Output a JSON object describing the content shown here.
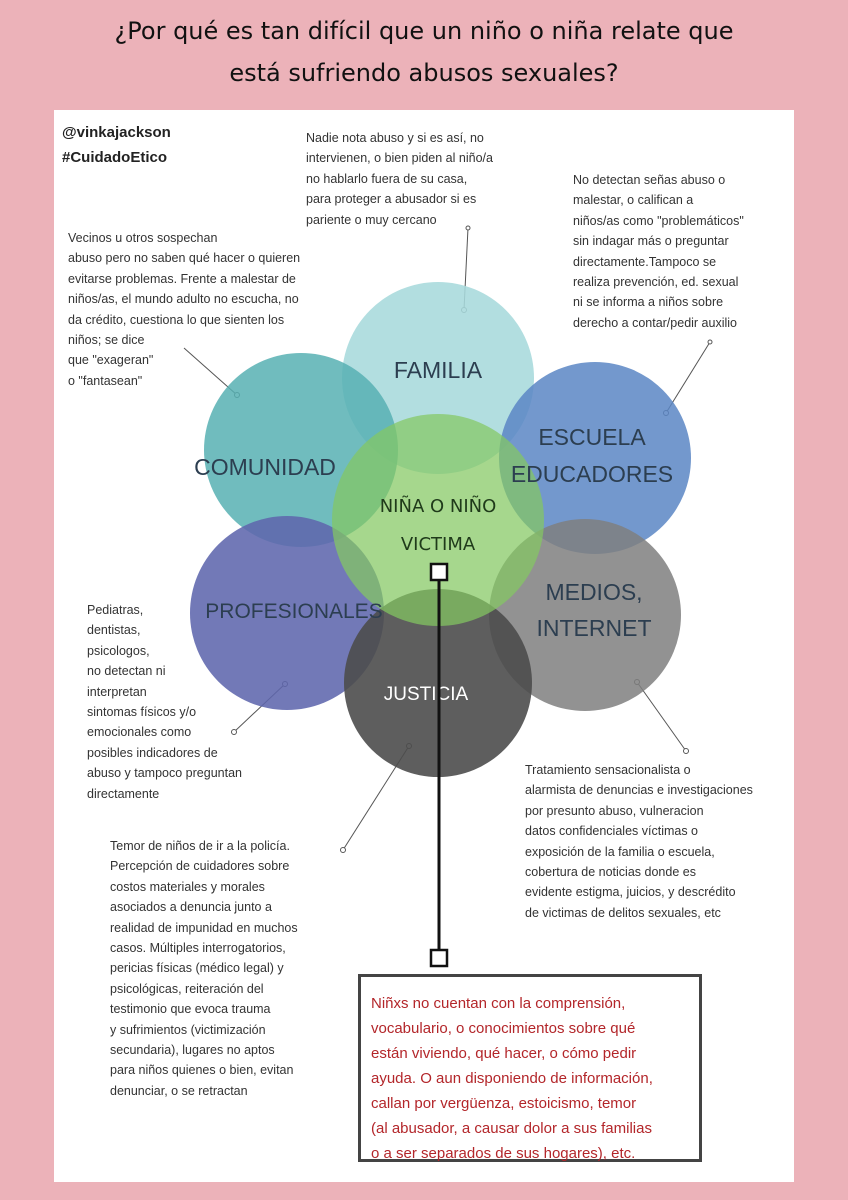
{
  "title": {
    "line1": "¿Por qué es tan difícil que un niño o niña relate que",
    "line2": "está sufriendo abusos sexuales?"
  },
  "handle": {
    "line1": "@vinkajackson",
    "line2": "#CuidadoEtico"
  },
  "circles": {
    "familia": "FAMILIA",
    "comunidad": "COMUNIDAD",
    "escuela_line1": "ESCUELA",
    "escuela_line2": "EDUCADORES",
    "profesionales": "PROFESIONALES",
    "medios_line1": "MEDIOS,",
    "medios_line2": "INTERNET",
    "justicia": "JUSTICIA",
    "center_line1": "NIÑA O NIÑO",
    "center_line2": "VICTIMA"
  },
  "colors": {
    "familia": "#a7d9dc",
    "comunidad": "#57b0b3",
    "escuela": "#5b86c4",
    "profesionales": "#5f67ad",
    "medios": "#7f7f7f",
    "justicia": "#4d4d4d",
    "center": "#83c761",
    "callout_text": "#b3262a"
  },
  "notes": {
    "familia": [
      "Nadie nota abuso y si es así, no",
      "intervienen, o bien piden al niño/a",
      "no hablarlo fuera de su casa,",
      "para proteger a abusador si es",
      "pariente o muy cercano"
    ],
    "comunidad": [
      "Vecinos u otros sospechan",
      "abuso pero no saben qué hacer o quieren",
      "evitarse problemas. Frente a malestar de",
      "niños/as, el mundo adulto no escucha, no",
      "da crédito, cuestiona lo que sienten los",
      "niños; se dice",
      "que \"exageran\"",
      "o \"fantasean\""
    ],
    "escuela": [
      "No detectan señas abuso o",
      "malestar, o califican a",
      "niños/as como \"problemáticos\"",
      "sin indagar más o preguntar",
      "directamente.Tampoco se",
      "realiza prevención, ed. sexual",
      "ni se informa a niños sobre",
      "derecho a contar/pedir auxilio"
    ],
    "profesionales": [
      "Pediatras,",
      "dentistas,",
      "psicologos,",
      "no detectan ni",
      "interpretan",
      "sintomas físicos y/o",
      "emocionales como",
      "posibles indicadores de",
      "abuso  y tampoco preguntan",
      "directamente"
    ],
    "medios": [
      "Tratamiento sensacionalista o",
      "alarmista de denuncias e investigaciones",
      "por presunto abuso, vulneracion",
      "datos confidenciales víctimas o",
      "exposición de la familia o escuela,",
      "cobertura de noticias donde es",
      "evidente estigma, juicios, y descrédito",
      "de victimas de delitos sexuales, etc"
    ],
    "justicia": [
      "Temor de niños de ir a la policía.",
      "Percepción de cuidadores sobre",
      "costos materiales y morales",
      "asociados a denuncia junto a",
      "realidad de impunidad en muchos",
      "casos. Múltiples interrogatorios,",
      "pericias físicas (médico legal) y",
      "psicológicas, reiteración del",
      "testimonio que evoca trauma",
      "y sufrimientos (victimización",
      "secundaria), lugares no aptos",
      "para niños quienes o bien, evitan",
      "denunciar, o se retractan"
    ]
  },
  "callout": [
    "Niñxs no cuentan con la comprensión,",
    "vocabulario,  o conocimientos sobre qué",
    "están viviendo, qué hacer, o cómo pedir",
    "ayuda. O aun disponiendo de información,",
    "callan por vergüenza, estoicismo, temor",
    "(al abusador, a causar dolor a sus familias",
    "o a ser separados de sus hogares), etc."
  ]
}
